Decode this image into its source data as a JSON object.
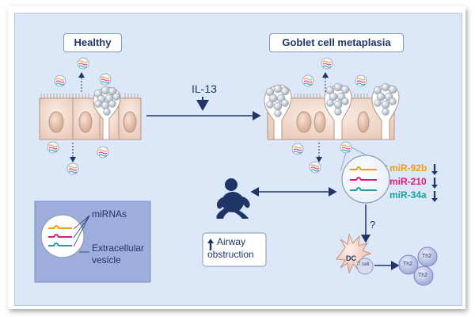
{
  "labels": {
    "healthy": "Healthy",
    "goblet": "Goblet cell metaplasia",
    "il13": "IL-13",
    "question": "?",
    "airway_line1": "Airway",
    "airway_line2": "obstruction",
    "mirna_1": "miR-92b",
    "mirna_2": "miR-210",
    "mirna_3": "miR-34a",
    "legend_mirnas": "miRNAs",
    "legend_ev_line1": "Extracellular",
    "legend_ev_line2": "vesicle",
    "dc": "DC",
    "t_cell": "T cell",
    "th2": "Th2"
  },
  "colors": {
    "orange": "#f39c12",
    "pink": "#e6177a",
    "teal": "#1aa39a",
    "navy": "#1f3566"
  },
  "icons": {
    "arrow_up": "arrow-up-icon",
    "arrow_down": "arrow-down-icon",
    "child": "toddler-icon"
  }
}
